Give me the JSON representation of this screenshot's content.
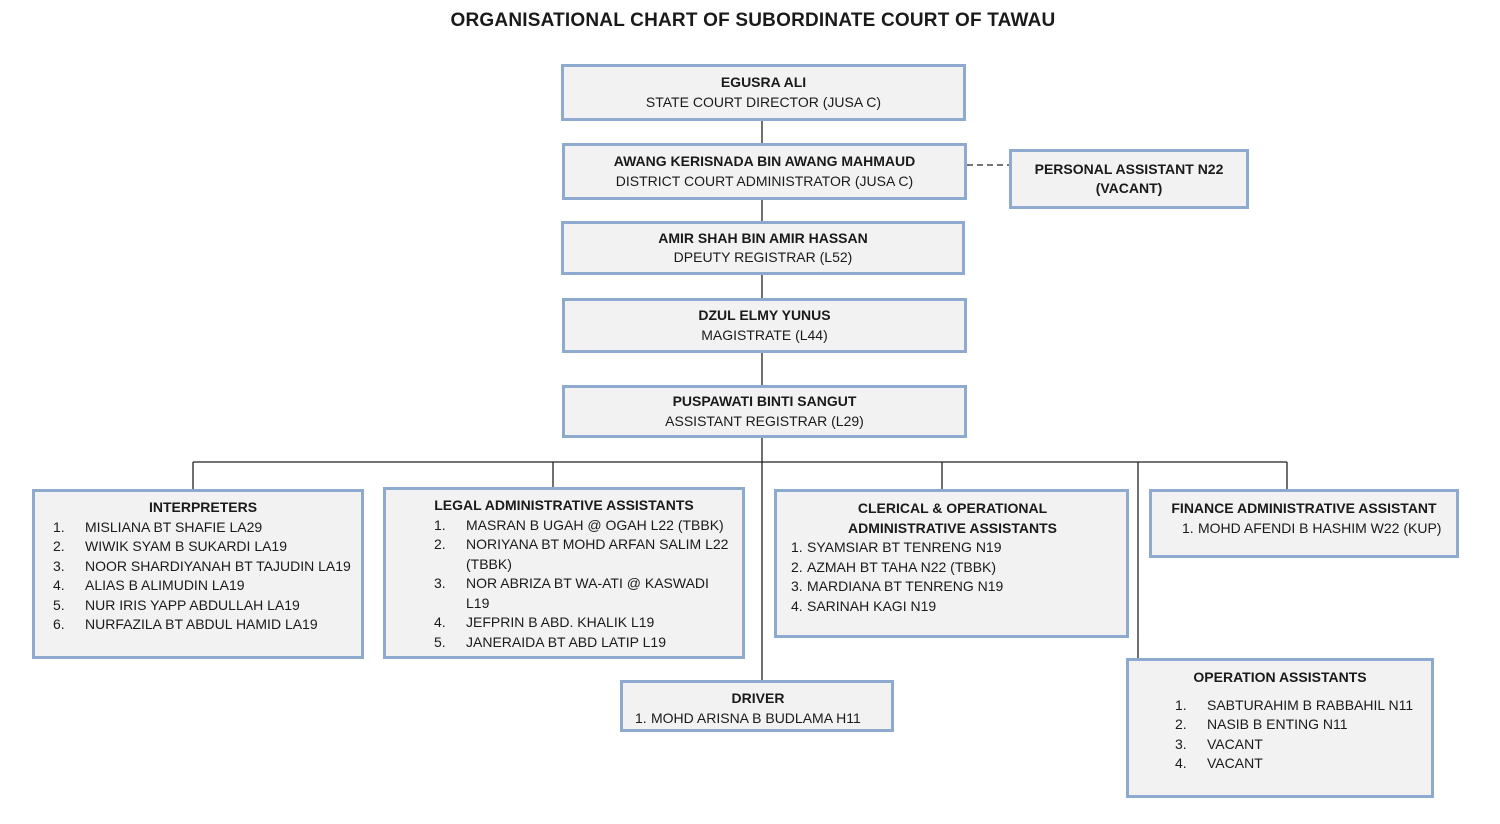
{
  "title": "ORGANISATIONAL CHART OF SUBORDINATE COURT OF TAWAU",
  "hierarchy": [
    {
      "name": "EGUSRA ALI",
      "role": "STATE COURT DIRECTOR (JUSA C)"
    },
    {
      "name": "AWANG KERISNADA BIN AWANG MAHMAUD",
      "role": "DISTRICT COURT ADMINISTRATOR (JUSA C)"
    },
    {
      "name": "AMIR SHAH BIN AMIR HASSAN",
      "role": "DPEUTY REGISTRAR (L52)"
    },
    {
      "name": "DZUL ELMY YUNUS",
      "role": "MAGISTRATE (L44)"
    },
    {
      "name": "PUSPAWATI BINTI SANGUT",
      "role": "ASSISTANT REGISTRAR (L29)"
    }
  ],
  "personal_assistant": {
    "line1": "PERSONAL ASSISTANT N22",
    "line2": "(VACANT)"
  },
  "interpreters": {
    "title": "INTERPRETERS",
    "items": [
      {
        "n": "1.",
        "text": "MISLIANA BT SHAFIE LA29"
      },
      {
        "n": "2.",
        "text": "WIWIK SYAM B SUKARDI LA19"
      },
      {
        "n": "3.",
        "text": "NOOR SHARDIYANAH BT TAJUDIN LA19"
      },
      {
        "n": "4.",
        "text": "ALIAS B ALIMUDIN LA19"
      },
      {
        "n": "5.",
        "text": "NUR IRIS YAPP ABDULLAH LA19"
      },
      {
        "n": "6.",
        "text": "NURFAZILA BT ABDUL HAMID LA19"
      }
    ]
  },
  "legal_admin": {
    "title": "LEGAL ADMINISTRATIVE ASSISTANTS",
    "items": [
      {
        "n": "1.",
        "text": "MASRAN B UGAH @ OGAH L22 (TBBK)"
      },
      {
        "n": "2.",
        "text": "NORIYANA BT MOHD ARFAN SALIM L22 (TBBK)"
      },
      {
        "n": "3.",
        "text": "NOR ABRIZA BT WA-ATI @ KASWADI L19"
      },
      {
        "n": "4.",
        "text": "JEFPRIN B ABD. KHALIK L19"
      },
      {
        "n": "5.",
        "text": "JANERAIDA BT ABD LATIP L19"
      }
    ]
  },
  "clerical": {
    "title": "CLERICAL & OPERATIONAL ADMINISTRATIVE ASSISTANTS",
    "items": [
      {
        "n": "1.",
        "text": "SYAMSIAR BT TENRENG N19"
      },
      {
        "n": "2.",
        "text": "AZMAH BT TAHA N22 (TBBK)"
      },
      {
        "n": "3.",
        "text": "MARDIANA BT TENRENG N19"
      },
      {
        "n": "4.",
        "text": "SARINAH KAGI N19"
      }
    ]
  },
  "finance": {
    "title": "FINANCE ADMINISTRATIVE ASSISTANT",
    "items": [
      {
        "n": "1.",
        "text": "MOHD AFENDI B HASHIM W22 (KUP)"
      }
    ]
  },
  "driver": {
    "title": "DRIVER",
    "items": [
      {
        "n": "1.",
        "text": "MOHD ARISNA B BUDLAMA H11"
      }
    ]
  },
  "operation": {
    "title": "OPERATION ASSISTANTS",
    "items": [
      {
        "n": "1.",
        "text": "SABTURAHIM B RABBAHIL N11"
      },
      {
        "n": "2.",
        "text": "NASIB B ENTING N11"
      },
      {
        "n": "3.",
        "text": "VACANT"
      },
      {
        "n": "4.",
        "text": "VACANT"
      }
    ]
  },
  "colors": {
    "box_border": "#8eaacf",
    "box_fill": "#f2f2f2",
    "line": "#222222"
  }
}
